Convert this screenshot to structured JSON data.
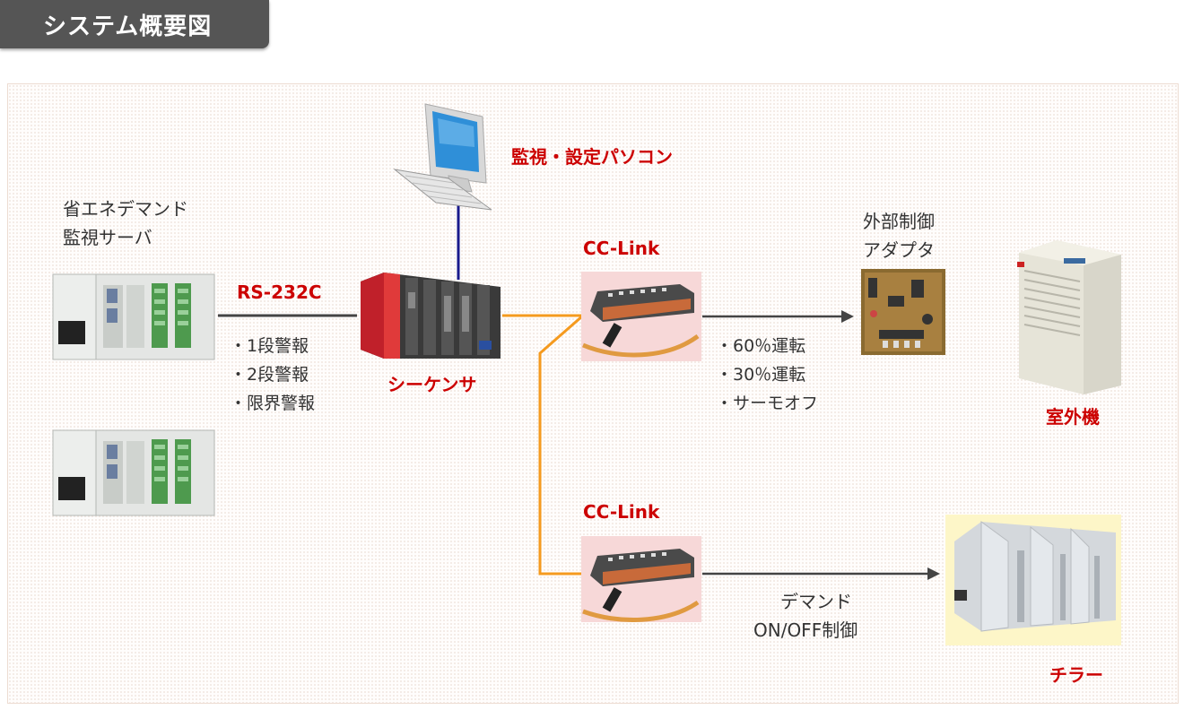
{
  "header": {
    "title": "システム概要図"
  },
  "diagram": {
    "pc_label": "監視・設定パソコン",
    "server_label_line1": "省エネデマンド",
    "server_label_line2": "監視サーバ",
    "rs232c_label": "RS-232C",
    "alarm_items": [
      "・1段警報",
      "・2段警報",
      "・限界警報"
    ],
    "sequencer_label": "シーケンサ",
    "cclink_top_label": "CC-Link",
    "cclink_bottom_label": "CC-Link",
    "adapter_label_line1": "外部制御",
    "adapter_label_line2": "アダプタ",
    "operation_items": [
      "・60％運転",
      "・30％運転",
      "・サーモオフ"
    ],
    "outdoor_unit_label": "室外機",
    "demand_line1": "デマンド",
    "demand_line2": "ON/OFF制御",
    "chiller_label": "チラー"
  },
  "colors": {
    "accent_red": "#cc0000",
    "cc_link_cable": "#f59a1e",
    "pc_cable": "#1a1a8c",
    "rs232_cable": "#444444",
    "header_bg": "#555555"
  }
}
